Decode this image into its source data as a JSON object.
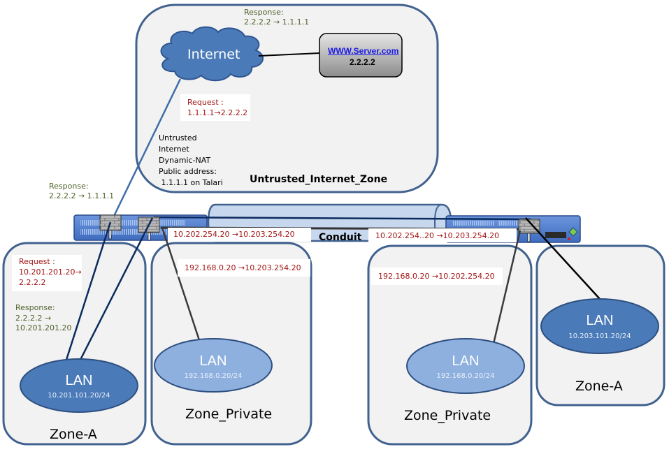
{
  "untrusted_zone": {
    "title": "Untrusted_Internet_Zone",
    "response_label": "Response:",
    "response_flow": "2.2.2.2 → 1.1.1.1",
    "internet_label": "Internet",
    "server": {
      "name": "WWW.Server.com",
      "ip": "2.2.2.2"
    },
    "request_label": "Request :",
    "request_flow": "1.1.1.1→2.2.2.2",
    "notes": [
      "Untrusted",
      "Internet",
      "Dynamic-NAT",
      "Public address:",
      " 1.1.1.1 on Talari"
    ]
  },
  "outer_response": {
    "label": "Response:",
    "flow": "2.2.2.2 → 1.1.1.1"
  },
  "conduit": {
    "label": "Conduit",
    "left_flow": "10.202.254.20 →10.203.254.20",
    "right_flow": "10.202.254..20 →10.203.254.20"
  },
  "zones": [
    {
      "title": "Zone-A",
      "request_label": "Request :",
      "request_flow_1": "10.201.201.20→",
      "request_flow_2": "2.2.2.2",
      "response_label": "Response:",
      "response_flow_1": "2.2.2.2 →",
      "response_flow_2": "10.201.201.20",
      "lan": {
        "label": "LAN",
        "subnet": "10.201.101.20/24"
      }
    },
    {
      "title": "Zone_Private",
      "flow": "192.168.0.20 →10.203.254.20",
      "lan": {
        "label": "LAN",
        "subnet": "192.168.0.20/24"
      }
    },
    {
      "title": "Zone_Private",
      "flow": "192.168.0.20 →10.202.254.20",
      "lan": {
        "label": "LAN",
        "subnet": "192.168.0.20/24"
      }
    },
    {
      "title": "Zone-A",
      "lan": {
        "label": "LAN",
        "subnet": "10.203.101.20/24"
      }
    }
  ],
  "colors": {
    "zone_fill": "#f2f2f2",
    "zone_border": "#41628f",
    "lan_dark": "#4a7ab8",
    "lan_light": "#8db0de",
    "appliance": "#4f7fcf",
    "conduit_fill": "#c7d7ee",
    "flow_red": "#a31515",
    "response_olive": "#4f6228"
  }
}
